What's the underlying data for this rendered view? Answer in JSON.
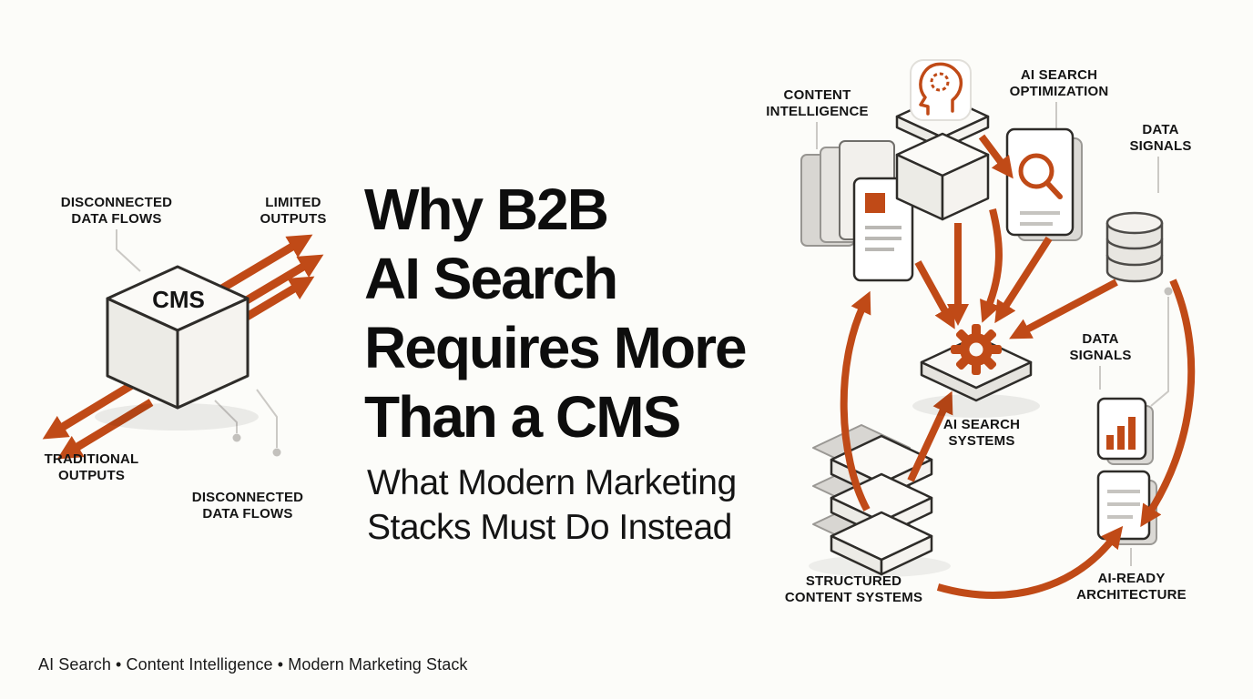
{
  "meta": {
    "background": "#fcfcf9",
    "accent": "#c04a17",
    "ink": "#141414"
  },
  "title": {
    "text": "Why B2B\nAI Search\nRequires More\nThan a CMS"
  },
  "subtitle": {
    "text": "What Modern Marketing\nStacks Must Do Instead"
  },
  "footer": {
    "text": "AI Search • Content Intelligence • Modern Marketing Stack"
  },
  "cms_diagram": {
    "cube_label": "CMS",
    "labels": {
      "disconnected_top": "DISCONNECTED\nDATA FLOWS",
      "limited_outputs": "LIMITED\nOUTPUTS",
      "traditional_outputs": "TRADITIONAL\nOUTPUTS",
      "disconnected_bottom": "DISCONNECTED\nDATA FLOWS"
    }
  },
  "stack_diagram": {
    "labels": {
      "content_intelligence": "CONTENT\nINTELLIGENCE",
      "ai_search_optimization": "AI SEARCH\nOPTIMIZATION",
      "data_signals_top": "DATA\nSIGNALS",
      "data_signals_mid": "DATA\nSIGNALS",
      "ai_search_systems": "AI SEARCH\nSYSTEMS",
      "structured_content_systems": "STRUCTURED\nCONTENT SYSTEMS",
      "ai_ready_architecture": "AI-READY\nARCHITECTURE"
    }
  }
}
